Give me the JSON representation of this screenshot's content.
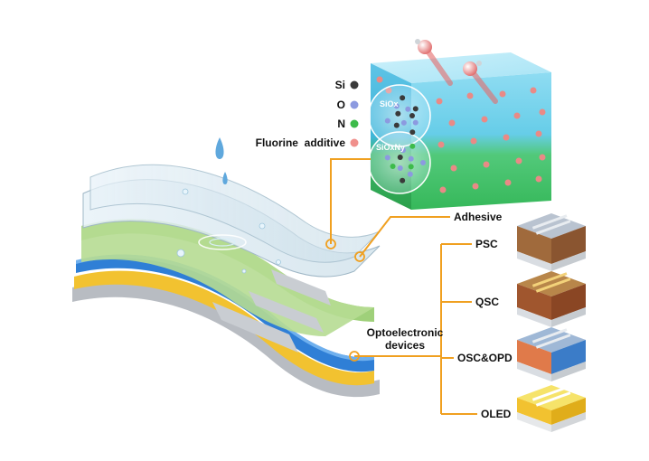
{
  "legend": {
    "items": [
      {
        "label": "Si",
        "color": "#3a3a3a"
      },
      {
        "label": "O",
        "color": "#8c9ae0"
      },
      {
        "label": "N",
        "color": "#3dbb4a"
      },
      {
        "label": "Fluorine  additive",
        "color": "#f0908c"
      }
    ]
  },
  "cube": {
    "top_tag": "SiOx",
    "bottom_tag": "SiOxNy",
    "top_color": "#7fd6f0",
    "bottom_color": "#45c66c"
  },
  "labels": {
    "adhesive": "Adhesive",
    "optoelectronic_line1": "Optoelectronic",
    "optoelectronic_line2": "devices"
  },
  "devices": [
    {
      "label": "PSC"
    },
    {
      "label": "QSC"
    },
    {
      "label": "OSC&OPD"
    },
    {
      "label": "OLED"
    }
  ],
  "colors": {
    "leader": "#f0a020",
    "blue_layer": "#2f7fd6",
    "yellow_layer": "#f2c230",
    "green_layer": "#9fd07a"
  }
}
